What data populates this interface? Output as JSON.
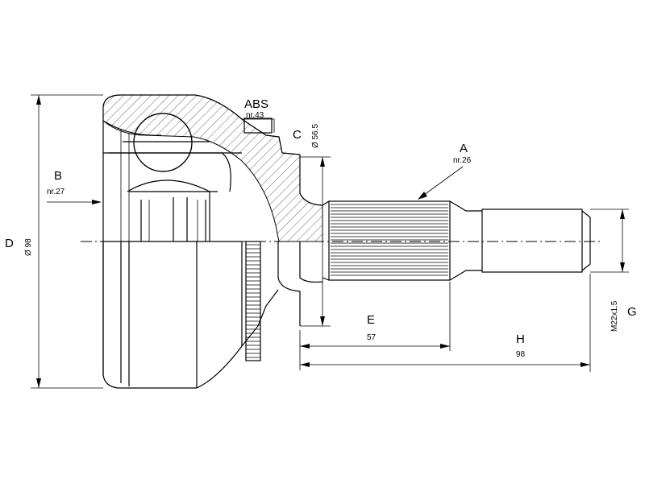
{
  "labels": {
    "abs": {
      "letter": "ABS",
      "sub": "nr.43"
    },
    "a": {
      "letter": "A",
      "sub": "nr.26"
    },
    "b": {
      "letter": "B",
      "sub": "nr.27"
    },
    "c": {
      "letter": "C",
      "sub": "Ø 56.5"
    },
    "d": {
      "letter": "D",
      "sub": "Ø 98"
    },
    "e": {
      "letter": "E",
      "sub": "57"
    },
    "h": {
      "letter": "H",
      "sub": "98"
    },
    "g": {
      "letter": "G",
      "sub": "M22x1.5"
    }
  },
  "colors": {
    "line": "#000000",
    "background": "#ffffff"
  }
}
